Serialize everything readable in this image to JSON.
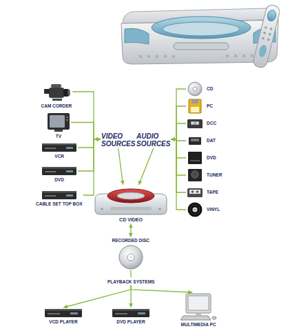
{
  "diagram": {
    "nodes": [
      {
        "text": [
          "CAM CORDER"
        ]
      },
      {
        "text": [
          "TV"
        ]
      },
      {
        "text": [
          "VCR"
        ]
      },
      {
        "text": [
          "DVD"
        ]
      },
      {
        "text": [
          "CABLE SET TOP BOX"
        ]
      },
      {
        "text": [
          "CD"
        ]
      },
      {
        "text": [
          "PC"
        ]
      },
      {
        "text": [
          "DCC"
        ]
      },
      {
        "text": [
          "DAT"
        ]
      },
      {
        "text": [
          "DVD"
        ]
      },
      {
        "text": [
          "TUNER"
        ]
      },
      {
        "text": [
          "TAPE"
        ]
      },
      {
        "text": [
          "VINYL"
        ]
      },
      {
        "text": [
          "VIDEO SOURCES"
        ]
      },
      {
        "text": [
          "AUDIO SOURCES"
        ]
      },
      {
        "text": [
          "CD VIDEO"
        ]
      },
      {
        "text": [
          "RECORDED DISC"
        ]
      },
      {
        "text": [
          "PLAYBACK SYSTEMS"
        ]
      },
      {
        "text": [
          "VCD PLAYER"
        ]
      },
      {
        "text": [
          "DVD PLAYER"
        ]
      },
      {
        "text": [
          "MULTIMEDIA PC"
        ]
      }
    ],
    "edges": [
      {
        "from": 0,
        "to": 13,
        "arrow": "to"
      },
      {
        "from": 1,
        "to": 13,
        "arrow": "to"
      },
      {
        "from": 2,
        "to": 13,
        "arrow": "to"
      },
      {
        "from": 3,
        "to": 13,
        "arrow": "to"
      },
      {
        "from": 4,
        "to": 13,
        "arrow": "to"
      },
      {
        "from": 5,
        "to": 14,
        "arrow": "to"
      },
      {
        "from": 6,
        "to": 14,
        "arrow": "to"
      },
      {
        "from": 7,
        "to": 14,
        "arrow": "to"
      },
      {
        "from": 8,
        "to": 14,
        "arrow": "to"
      },
      {
        "from": 9,
        "to": 14,
        "arrow": "to"
      },
      {
        "from": 10,
        "to": 14,
        "arrow": "to"
      },
      {
        "from": 11,
        "to": 14,
        "arrow": "to"
      },
      {
        "from": 12,
        "to": 14,
        "arrow": "to"
      },
      {
        "from": 13,
        "to": 15,
        "arrow": "to"
      },
      {
        "from": 14,
        "to": 15,
        "arrow": "to"
      },
      {
        "from": 15,
        "to": 16,
        "arrow": "both"
      },
      {
        "from": 16,
        "to": 17,
        "arrow": "none"
      },
      {
        "from": 17,
        "to": 18,
        "arrow": "to"
      },
      {
        "from": 17,
        "to": 19,
        "arrow": "to"
      },
      {
        "from": 17,
        "to": 20,
        "arrow": "to"
      }
    ]
  }
}
